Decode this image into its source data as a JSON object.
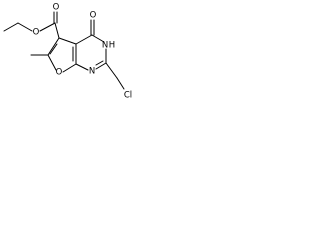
{
  "structure": {
    "atoms": {
      "ester_o_double": "O",
      "ester_o_single": "O",
      "carbonyl_o": "O",
      "nh_n": "N",
      "nh_h": "H",
      "ring_n": "N",
      "furan_o": "O",
      "cl": "Cl"
    }
  }
}
